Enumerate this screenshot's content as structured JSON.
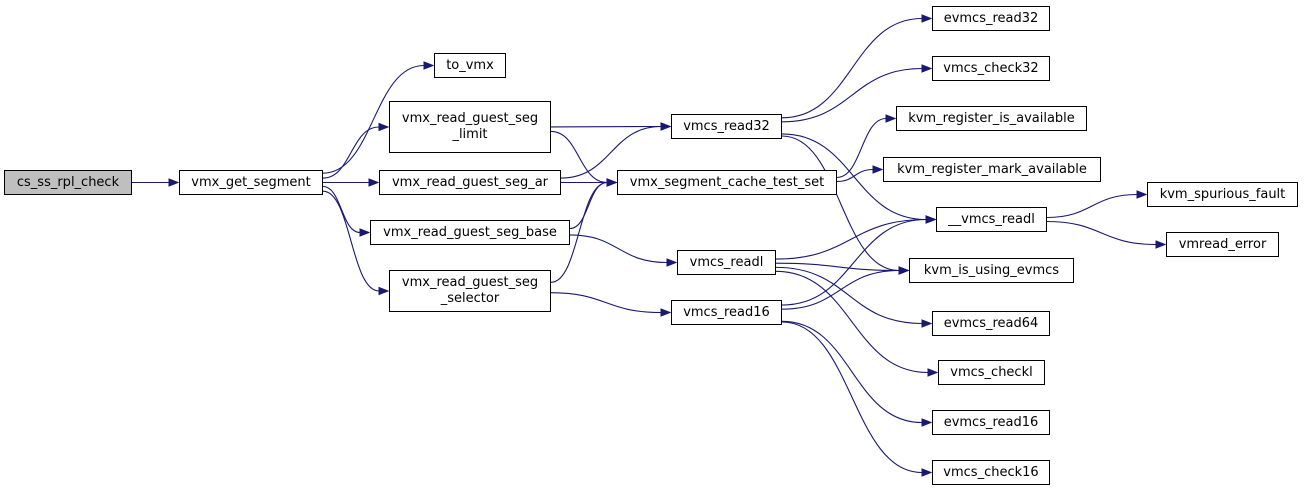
{
  "graph": {
    "colors": {
      "edge": "#191970",
      "root_fill": "#bfbfbf",
      "node_fill": "#ffffff",
      "border": "#000000"
    },
    "nodes": {
      "cs_ss_rpl_check": "cs_ss_rpl_check",
      "vmx_get_segment": "vmx_get_segment",
      "to_vmx": "to_vmx",
      "vmx_read_guest_seg_limit": "vmx_read_guest_seg\n_limit",
      "vmx_read_guest_seg_ar": "vmx_read_guest_seg_ar",
      "vmx_read_guest_seg_base": "vmx_read_guest_seg_base",
      "vmx_read_guest_seg_selector": "vmx_read_guest_seg\n_selector",
      "vmcs_read32": "vmcs_read32",
      "vmx_segment_cache_test_set": "vmx_segment_cache_test_set",
      "vmcs_readl": "vmcs_readl",
      "vmcs_read16": "vmcs_read16",
      "evmcs_read32": "evmcs_read32",
      "vmcs_check32": "vmcs_check32",
      "kvm_register_is_available": "kvm_register_is_available",
      "kvm_register_mark_available": "kvm_register_mark_available",
      "__vmcs_readl": "__vmcs_readl",
      "kvm_is_using_evmcs": "kvm_is_using_evmcs",
      "evmcs_read64": "evmcs_read64",
      "vmcs_checkl": "vmcs_checkl",
      "evmcs_read16": "evmcs_read16",
      "vmcs_check16": "vmcs_check16",
      "kvm_spurious_fault": "kvm_spurious_fault",
      "vmread_error": "vmread_error"
    },
    "edges": [
      [
        "cs_ss_rpl_check",
        "vmx_get_segment"
      ],
      [
        "vmx_get_segment",
        "to_vmx"
      ],
      [
        "vmx_get_segment",
        "vmx_read_guest_seg_limit"
      ],
      [
        "vmx_get_segment",
        "vmx_read_guest_seg_ar"
      ],
      [
        "vmx_get_segment",
        "vmx_read_guest_seg_base"
      ],
      [
        "vmx_get_segment",
        "vmx_read_guest_seg_selector"
      ],
      [
        "vmx_read_guest_seg_limit",
        "vmcs_read32"
      ],
      [
        "vmx_read_guest_seg_limit",
        "vmx_segment_cache_test_set"
      ],
      [
        "vmx_read_guest_seg_ar",
        "vmcs_read32"
      ],
      [
        "vmx_read_guest_seg_ar",
        "vmx_segment_cache_test_set"
      ],
      [
        "vmx_read_guest_seg_base",
        "vmx_segment_cache_test_set"
      ],
      [
        "vmx_read_guest_seg_base",
        "vmcs_readl"
      ],
      [
        "vmx_read_guest_seg_selector",
        "vmx_segment_cache_test_set"
      ],
      [
        "vmx_read_guest_seg_selector",
        "vmcs_read16"
      ],
      [
        "vmcs_read32",
        "evmcs_read32"
      ],
      [
        "vmcs_read32",
        "vmcs_check32"
      ],
      [
        "vmcs_read32",
        "__vmcs_readl"
      ],
      [
        "vmcs_read32",
        "kvm_is_using_evmcs"
      ],
      [
        "vmx_segment_cache_test_set",
        "kvm_register_is_available"
      ],
      [
        "vmx_segment_cache_test_set",
        "kvm_register_mark_available"
      ],
      [
        "vmcs_readl",
        "__vmcs_readl"
      ],
      [
        "vmcs_readl",
        "kvm_is_using_evmcs"
      ],
      [
        "vmcs_readl",
        "evmcs_read64"
      ],
      [
        "vmcs_readl",
        "vmcs_checkl"
      ],
      [
        "vmcs_read16",
        "__vmcs_readl"
      ],
      [
        "vmcs_read16",
        "kvm_is_using_evmcs"
      ],
      [
        "vmcs_read16",
        "evmcs_read16"
      ],
      [
        "vmcs_read16",
        "vmcs_check16"
      ],
      [
        "__vmcs_readl",
        "kvm_spurious_fault"
      ],
      [
        "__vmcs_readl",
        "vmread_error"
      ]
    ]
  }
}
